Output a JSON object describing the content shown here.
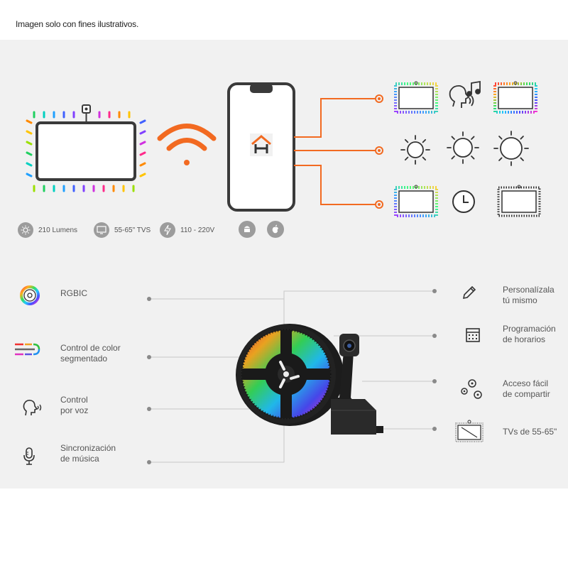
{
  "caption": "Imagen solo con fines ilustrativos.",
  "colors": {
    "accent_orange": "#f26a21",
    "panel_bg": "#f1f1f1",
    "icon_gray": "#9c9c9c",
    "text_gray": "#555555"
  },
  "specs": [
    {
      "icon": "brightness-icon",
      "label": "210 Lumens"
    },
    {
      "icon": "tv-icon",
      "label": "55-65\" TVS"
    },
    {
      "icon": "lightning-icon",
      "label": "110 - 220V"
    }
  ],
  "platforms": [
    "android-icon",
    "apple-icon"
  ],
  "modes": [
    "tv-backlight-icon",
    "voice-music-icon",
    "tv-backlight-icon",
    "sun-icon",
    "sun-icon",
    "sun-icon",
    "tv-backlight-icon",
    "clock-icon",
    "tv-backlight-icon"
  ],
  "features_left": [
    {
      "icon": "rgbic-icon",
      "line1": "RGBIC",
      "line2": ""
    },
    {
      "icon": "segmented-color-icon",
      "line1": "Control de color",
      "line2": "segmentado"
    },
    {
      "icon": "voice-control-icon",
      "line1": "Control",
      "line2": "por voz"
    },
    {
      "icon": "microphone-icon",
      "line1": "Sincronización",
      "line2": "de música"
    }
  ],
  "features_right": [
    {
      "icon": "pencil-icon",
      "line1": "Personalízala",
      "line2": "tú mismo"
    },
    {
      "icon": "calendar-icon",
      "line1": "Programación",
      "line2": "de horarios"
    },
    {
      "icon": "share-icon",
      "line1": "Acceso fácil",
      "line2": "de compartir"
    },
    {
      "icon": "tv-size-icon",
      "line1": "TVs de 55-65\"",
      "line2": ""
    }
  ]
}
